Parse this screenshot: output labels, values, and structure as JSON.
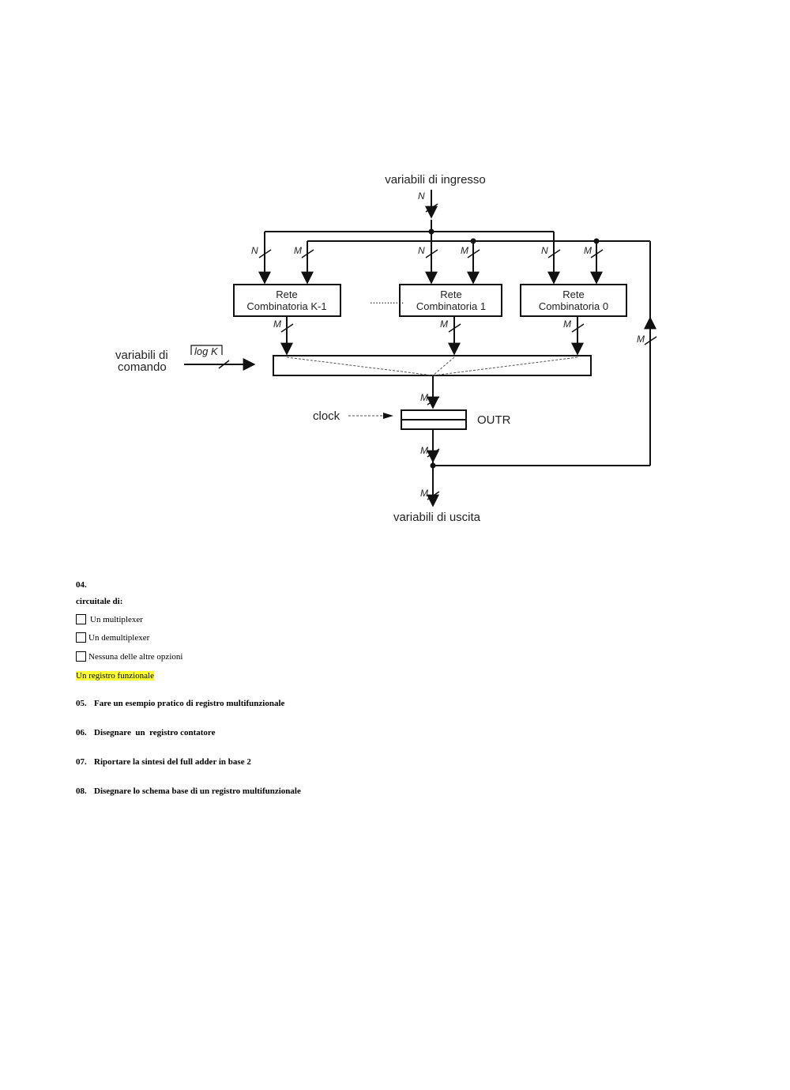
{
  "diagram": {
    "input_label": "variabili di ingresso",
    "output_label": "variabili di uscita",
    "command_label_line1": "variabili di",
    "command_label_line2": "comando",
    "log_label": "log K",
    "clock_label": "clock",
    "register_label": "OUTR",
    "bus_n": "N",
    "bus_m": "M",
    "dots": "............",
    "blocks": [
      {
        "line1": "Rete",
        "line2": "Combinatoria K-1"
      },
      {
        "line1": "Rete",
        "line2": "Combinatoria 1"
      },
      {
        "line1": "Rete",
        "line2": "Combinatoria 0"
      }
    ]
  },
  "question": {
    "number": "04.",
    "text": "circuitale di:",
    "options": [
      {
        "label": "Un multiplexer",
        "checkbox": true
      },
      {
        "label": "Un demultiplexer",
        "checkbox": true
      },
      {
        "label": "Nessuna delle altre opzioni",
        "checkbox": true
      },
      {
        "label": "Un registro funzionale",
        "checkbox": false,
        "highlight_color": "#ffff33"
      }
    ]
  },
  "items": [
    {
      "number": "05.",
      "text": "Fare un esempio pratico di registro multifunzionale"
    },
    {
      "number": "06.",
      "text": "Disegnare  un  registro contatore"
    },
    {
      "number": "07.",
      "text": "Riportare la sintesi del full adder in base 2"
    },
    {
      "number": "08.",
      "text": "Disegnare lo schema base di un registro multifunzionale"
    }
  ]
}
